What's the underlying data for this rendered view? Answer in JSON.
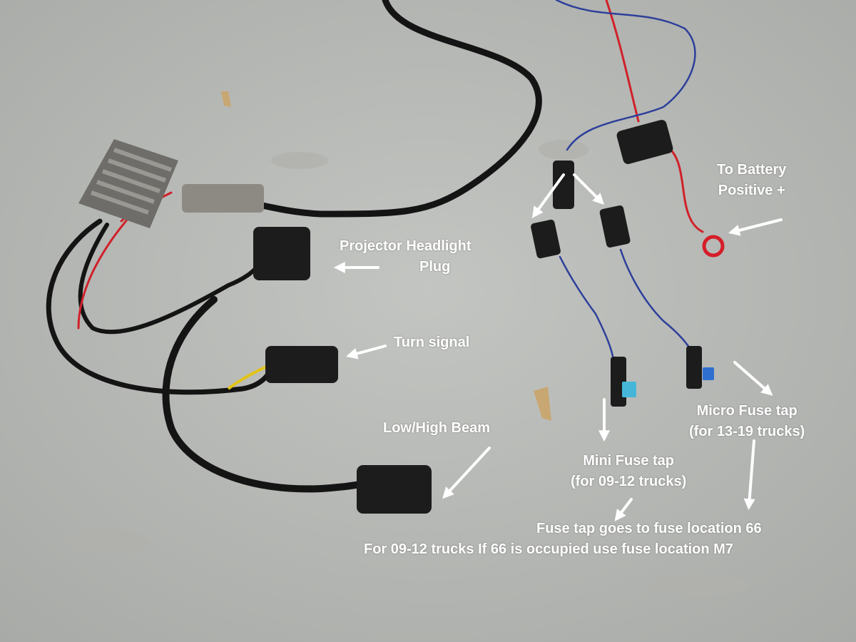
{
  "photo": {
    "colors": {
      "floor": "#b9bbb8",
      "floor_shadow": "#a8aaa7",
      "label_text": "#ffffff",
      "arrow": "#ffffff",
      "module_body": "#7d7b77",
      "connector": "#1c1c1c",
      "wire_black": "#141414",
      "wire_red": "#d0212a",
      "wire_blue": "#2d3f9a",
      "wire_yellow": "#e2c418",
      "fuse_mini": "#46b6d8",
      "fuse_micro": "#2f6fd0",
      "ring_terminal": "#d51d2a",
      "connector_tan": "#8d8a84"
    },
    "icons": [
      "arrow-icon"
    ]
  },
  "annotations": {
    "projector_headlight": {
      "line1": "Projector Headlight",
      "line2": "Plug"
    },
    "turn_signal": {
      "text": "Turn signal"
    },
    "low_high_beam": {
      "text": "Low/High Beam"
    },
    "battery": {
      "line1": "To Battery",
      "line2": "Positive +"
    },
    "mini_fuse": {
      "line1": "Mini Fuse tap",
      "line2": "(for 09-12 trucks)"
    },
    "micro_fuse": {
      "line1": "Micro Fuse tap",
      "line2": "(for 13-19 trucks)"
    },
    "fuse_location": {
      "line1": "Fuse tap goes to fuse location 66",
      "line2": "For 09-12 trucks If 66 is occupied use fuse location M7"
    }
  }
}
